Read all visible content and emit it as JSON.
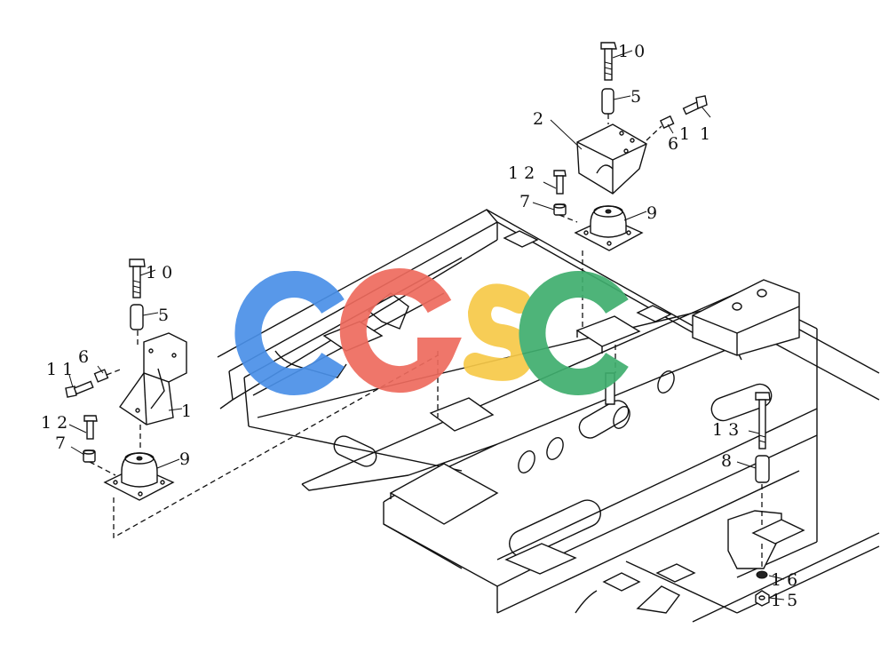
{
  "watermark": {
    "letters": [
      "C",
      "G",
      "S",
      "C"
    ],
    "colors": [
      "#4a90e8",
      "#ee6b5e",
      "#f7c948",
      "#3fae6e"
    ]
  },
  "callouts": {
    "c1": "1",
    "c2": "2",
    "c5": "5",
    "c6": "6",
    "c7": "7",
    "c8": "8",
    "c9": "9",
    "c10": "1 0",
    "c11": "1 1",
    "c12": "1 2",
    "c13": "1 3",
    "c15": "1 5",
    "c16": "1 6"
  }
}
